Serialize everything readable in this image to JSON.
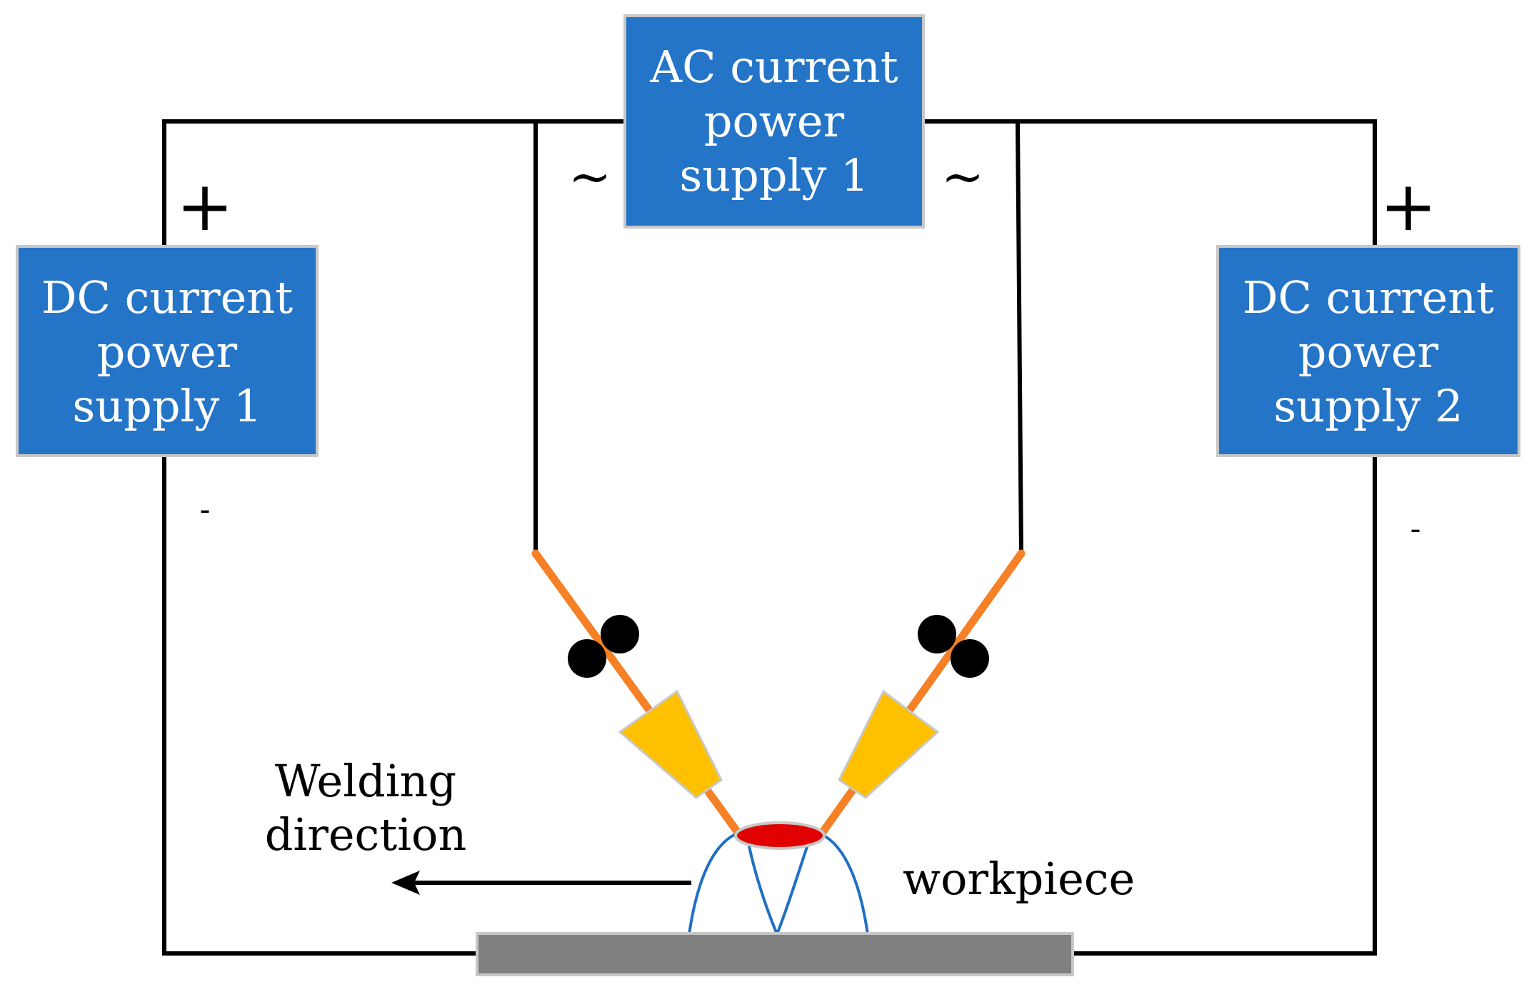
{
  "boxes": {
    "ac": {
      "lines": [
        "AC current",
        "power",
        "supply 1"
      ]
    },
    "dc1": {
      "lines": [
        "DC current",
        "power",
        "supply 1"
      ]
    },
    "dc2": {
      "lines": [
        "DC current",
        "power",
        "supply 2"
      ]
    }
  },
  "symbols": {
    "ac_left": "~",
    "ac_right": "~",
    "dc1_plus": "+",
    "dc1_minus": "-",
    "dc2_plus": "+",
    "dc2_minus": "-"
  },
  "labels": {
    "direction": [
      "Welding",
      "direction"
    ],
    "workpiece": "workpiece"
  },
  "colors": {
    "box_fill": "#2474C8",
    "box_border": "#C8C8C8",
    "wire": "#000000",
    "electrode": "#F58025",
    "nozzle": "#FFC000",
    "arc_pool": "#E00000",
    "arc_lines": "#1F6FC5",
    "workpiece": "#808080"
  }
}
